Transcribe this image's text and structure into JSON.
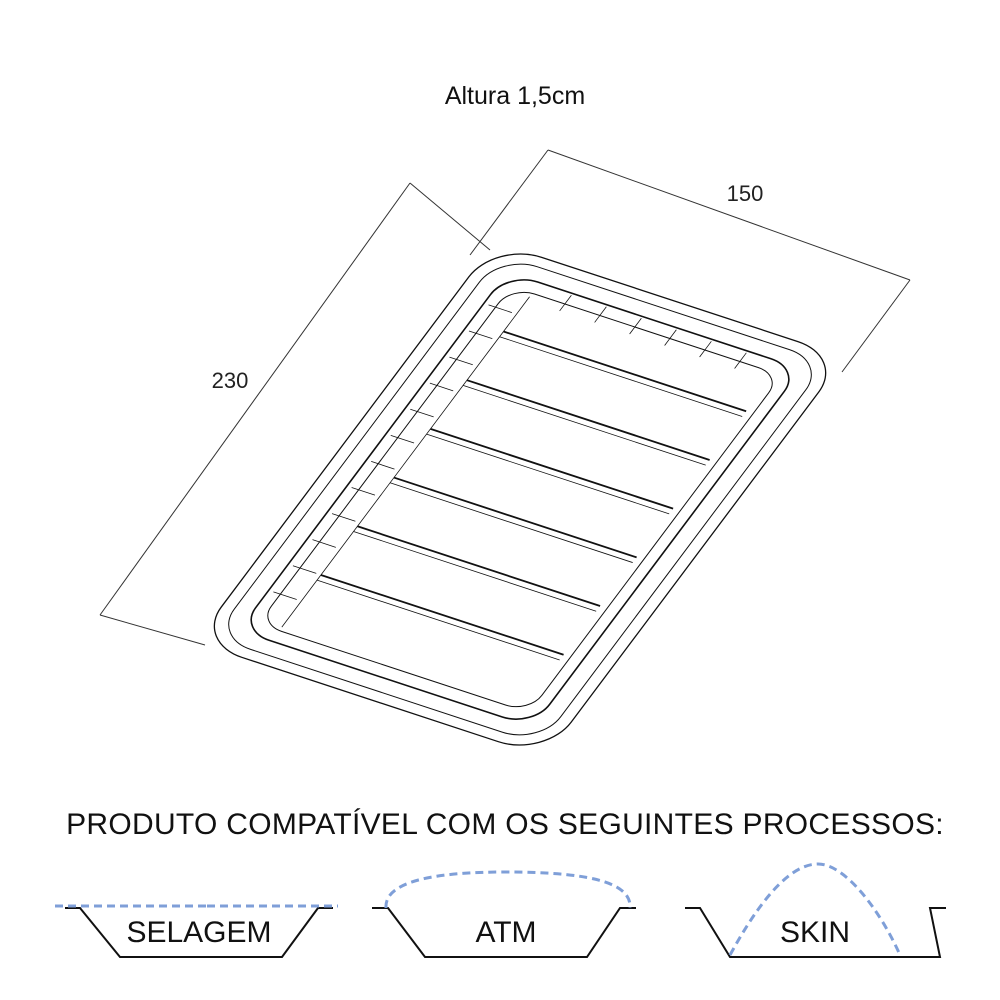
{
  "drawing": {
    "height_label": "Altura 1,5cm",
    "dimension_width": "150",
    "dimension_length": "230"
  },
  "compatibility": {
    "heading": "PRODUTO COMPATÍVEL COM OS SEGUINTES PROCESSOS:",
    "processes": [
      {
        "label": "SELAGEM",
        "icon": "flat-seal-film-icon"
      },
      {
        "label": "ATM",
        "icon": "dome-film-icon"
      },
      {
        "label": "SKIN",
        "icon": "skin-film-icon"
      }
    ],
    "film_color": "#7f9fd8"
  }
}
